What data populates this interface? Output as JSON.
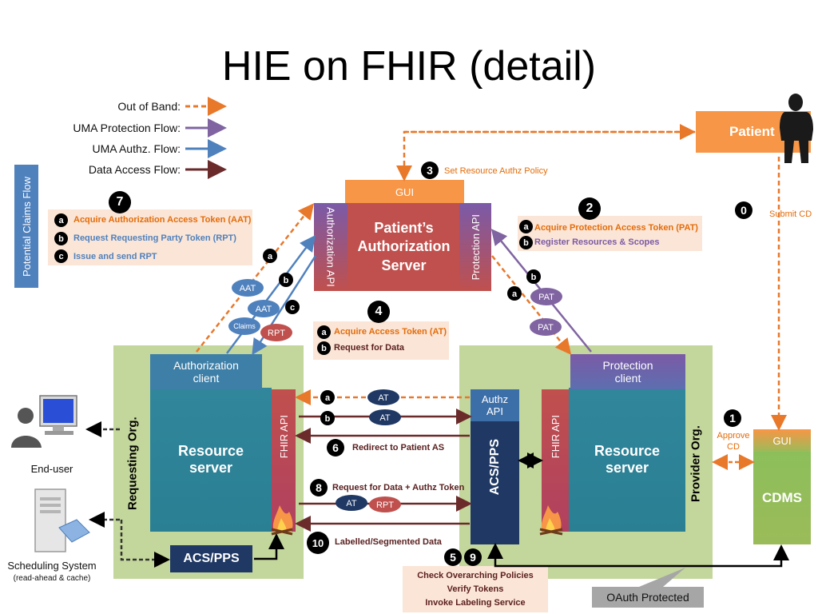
{
  "title": "HIE on FHIR (detail)",
  "legend": [
    {
      "label": "Out of Band:",
      "color": "#e8782a",
      "style": "dashed"
    },
    {
      "label": "UMA Protection Flow:",
      "color": "#8064a2",
      "style": "solid"
    },
    {
      "label": "UMA Authz. Flow:",
      "color": "#4f81bd",
      "style": "solid"
    },
    {
      "label": "Data Access Flow:",
      "color": "#6b2b2b",
      "style": "solid"
    }
  ],
  "claims_tab": "Potential Claims Flow",
  "requesting_org": {
    "label": "Requesting Org.",
    "auth_client": "Authorization client",
    "resource_server": "Resource server",
    "fhir_api": "FHIR API",
    "acs_pps": "ACS/PPS"
  },
  "provider_org": {
    "label": "Provider Org.",
    "protection_client": "Protection client",
    "resource_server": "Resource server",
    "fhir_api": "FHIR API",
    "authz_api": "Authz API",
    "acs_pps": "ACS/PPS"
  },
  "auth_server": {
    "gui": "GUI",
    "name": "Patient’s Authorization Server",
    "authorization_api": "Authorization API",
    "protection_api": "Protection API"
  },
  "patient": "Patient",
  "cdms": {
    "gui": "GUI",
    "name": "CDMS"
  },
  "end_user": "End-user",
  "scheduling": {
    "name": "Scheduling System",
    "sub": "(read-ahead & cache)"
  },
  "oauth_protected": "OAuth Protected",
  "steps": {
    "s0": {
      "num": "0",
      "text": "Submit CD"
    },
    "s1": {
      "num": "1",
      "text": "Approve CD"
    },
    "s2": {
      "num": "2",
      "a": "Acquire Protection Access Token (PAT)",
      "b": "Register Resources & Scopes"
    },
    "s3": {
      "num": "3",
      "text": "Set Resource Authz Policy"
    },
    "s4": {
      "num": "4",
      "a": "Acquire Access Token (AT)",
      "b": "Request for Data"
    },
    "s5": {
      "num": "5"
    },
    "s9": {
      "num": "9"
    },
    "s59": {
      "lines": [
        "Check Overarching Policies",
        "Verify Tokens",
        "Invoke Labeling Service"
      ]
    },
    "s6": {
      "num": "6",
      "text": "Redirect to Patient AS"
    },
    "s7": {
      "num": "7",
      "a": "Acquire Authorization Access Token (AAT)",
      "b": "Request Requesting Party Token (RPT)",
      "c": "Issue and send RPT"
    },
    "s8": {
      "num": "8",
      "text": "Request for Data + Authz Token"
    },
    "s10": {
      "num": "10",
      "text": "Labelled/Segmented Data"
    }
  },
  "letters": {
    "a": "a",
    "b": "b",
    "c": "c"
  },
  "tokens": {
    "aat": "AAT",
    "claims": "Claims",
    "rpt": "RPT",
    "pat": "PAT",
    "at": "AT"
  },
  "colors": {
    "orange": "#e8782a",
    "purple": "#8064a2",
    "blue": "#4f81bd",
    "dark": "#6b2b2b",
    "black": "#000000"
  }
}
